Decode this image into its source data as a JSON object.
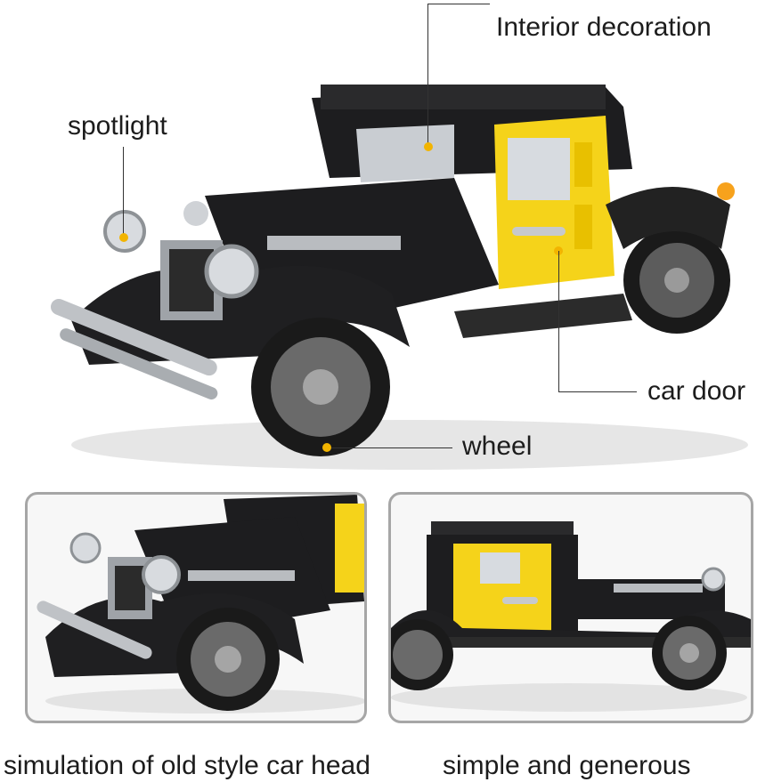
{
  "callouts": {
    "interior": "Interior decoration",
    "spotlight": "spotlight",
    "car_door": "car door",
    "wheel": "wheel"
  },
  "captions": {
    "left": "simulation of old style car head",
    "right": "simple and generous"
  },
  "colors": {
    "body_black": "#1d1d1f",
    "door_yellow": "#f5d31a",
    "chrome": "#b9bcc0",
    "accent_dot": "#f2b400",
    "panel_border": "#a6a6a6"
  }
}
